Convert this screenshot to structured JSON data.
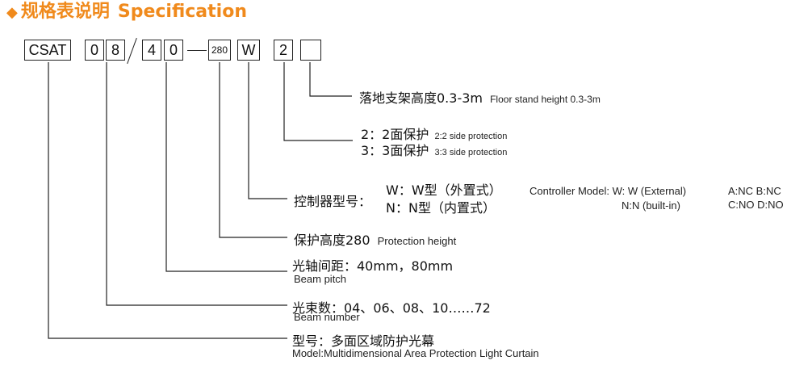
{
  "title": {
    "icon": "diamond-icon",
    "chinese": "规格表说明",
    "english": "Specification",
    "color": "#f08a1c"
  },
  "code": {
    "prefix": "CSAT",
    "beam_d1": "0",
    "beam_d2": "8",
    "slash": "/",
    "pitch_d1": "4",
    "pitch_d2": "0",
    "height": "280",
    "controller": "W",
    "protection": "2",
    "stand": ""
  },
  "annotations": {
    "stand": {
      "cn": "落地支架高度0.3-3m",
      "en": "Floor stand height 0.3-3m"
    },
    "protection": {
      "line1_cn": "2：2面保护",
      "line1_en": "2:2 side protection",
      "line2_cn": "3：3面保护",
      "line2_en": "3:3 side protection"
    },
    "controller": {
      "label_cn": "控制器型号：",
      "w_cn": "W：W型（外置式）",
      "n_cn": "N：N型（内置式）",
      "w_en": "Controller Model: W: W (External)",
      "n_en": "N:N (built-in)",
      "ab": "A:NC  B:NC",
      "cd": "C:NO  D:NO"
    },
    "height": {
      "cn": "保护高度280",
      "en": "Protection height"
    },
    "pitch": {
      "cn": "光轴间距：40mm，80mm",
      "en": "Beam pitch"
    },
    "beams": {
      "cn": "光束数：04、06、08、10……72",
      "en": "Beam number"
    },
    "model": {
      "cn": "型号：多面区域防护光幕",
      "en": "Model:Multidimensional Area Protection Light Curtain"
    }
  }
}
